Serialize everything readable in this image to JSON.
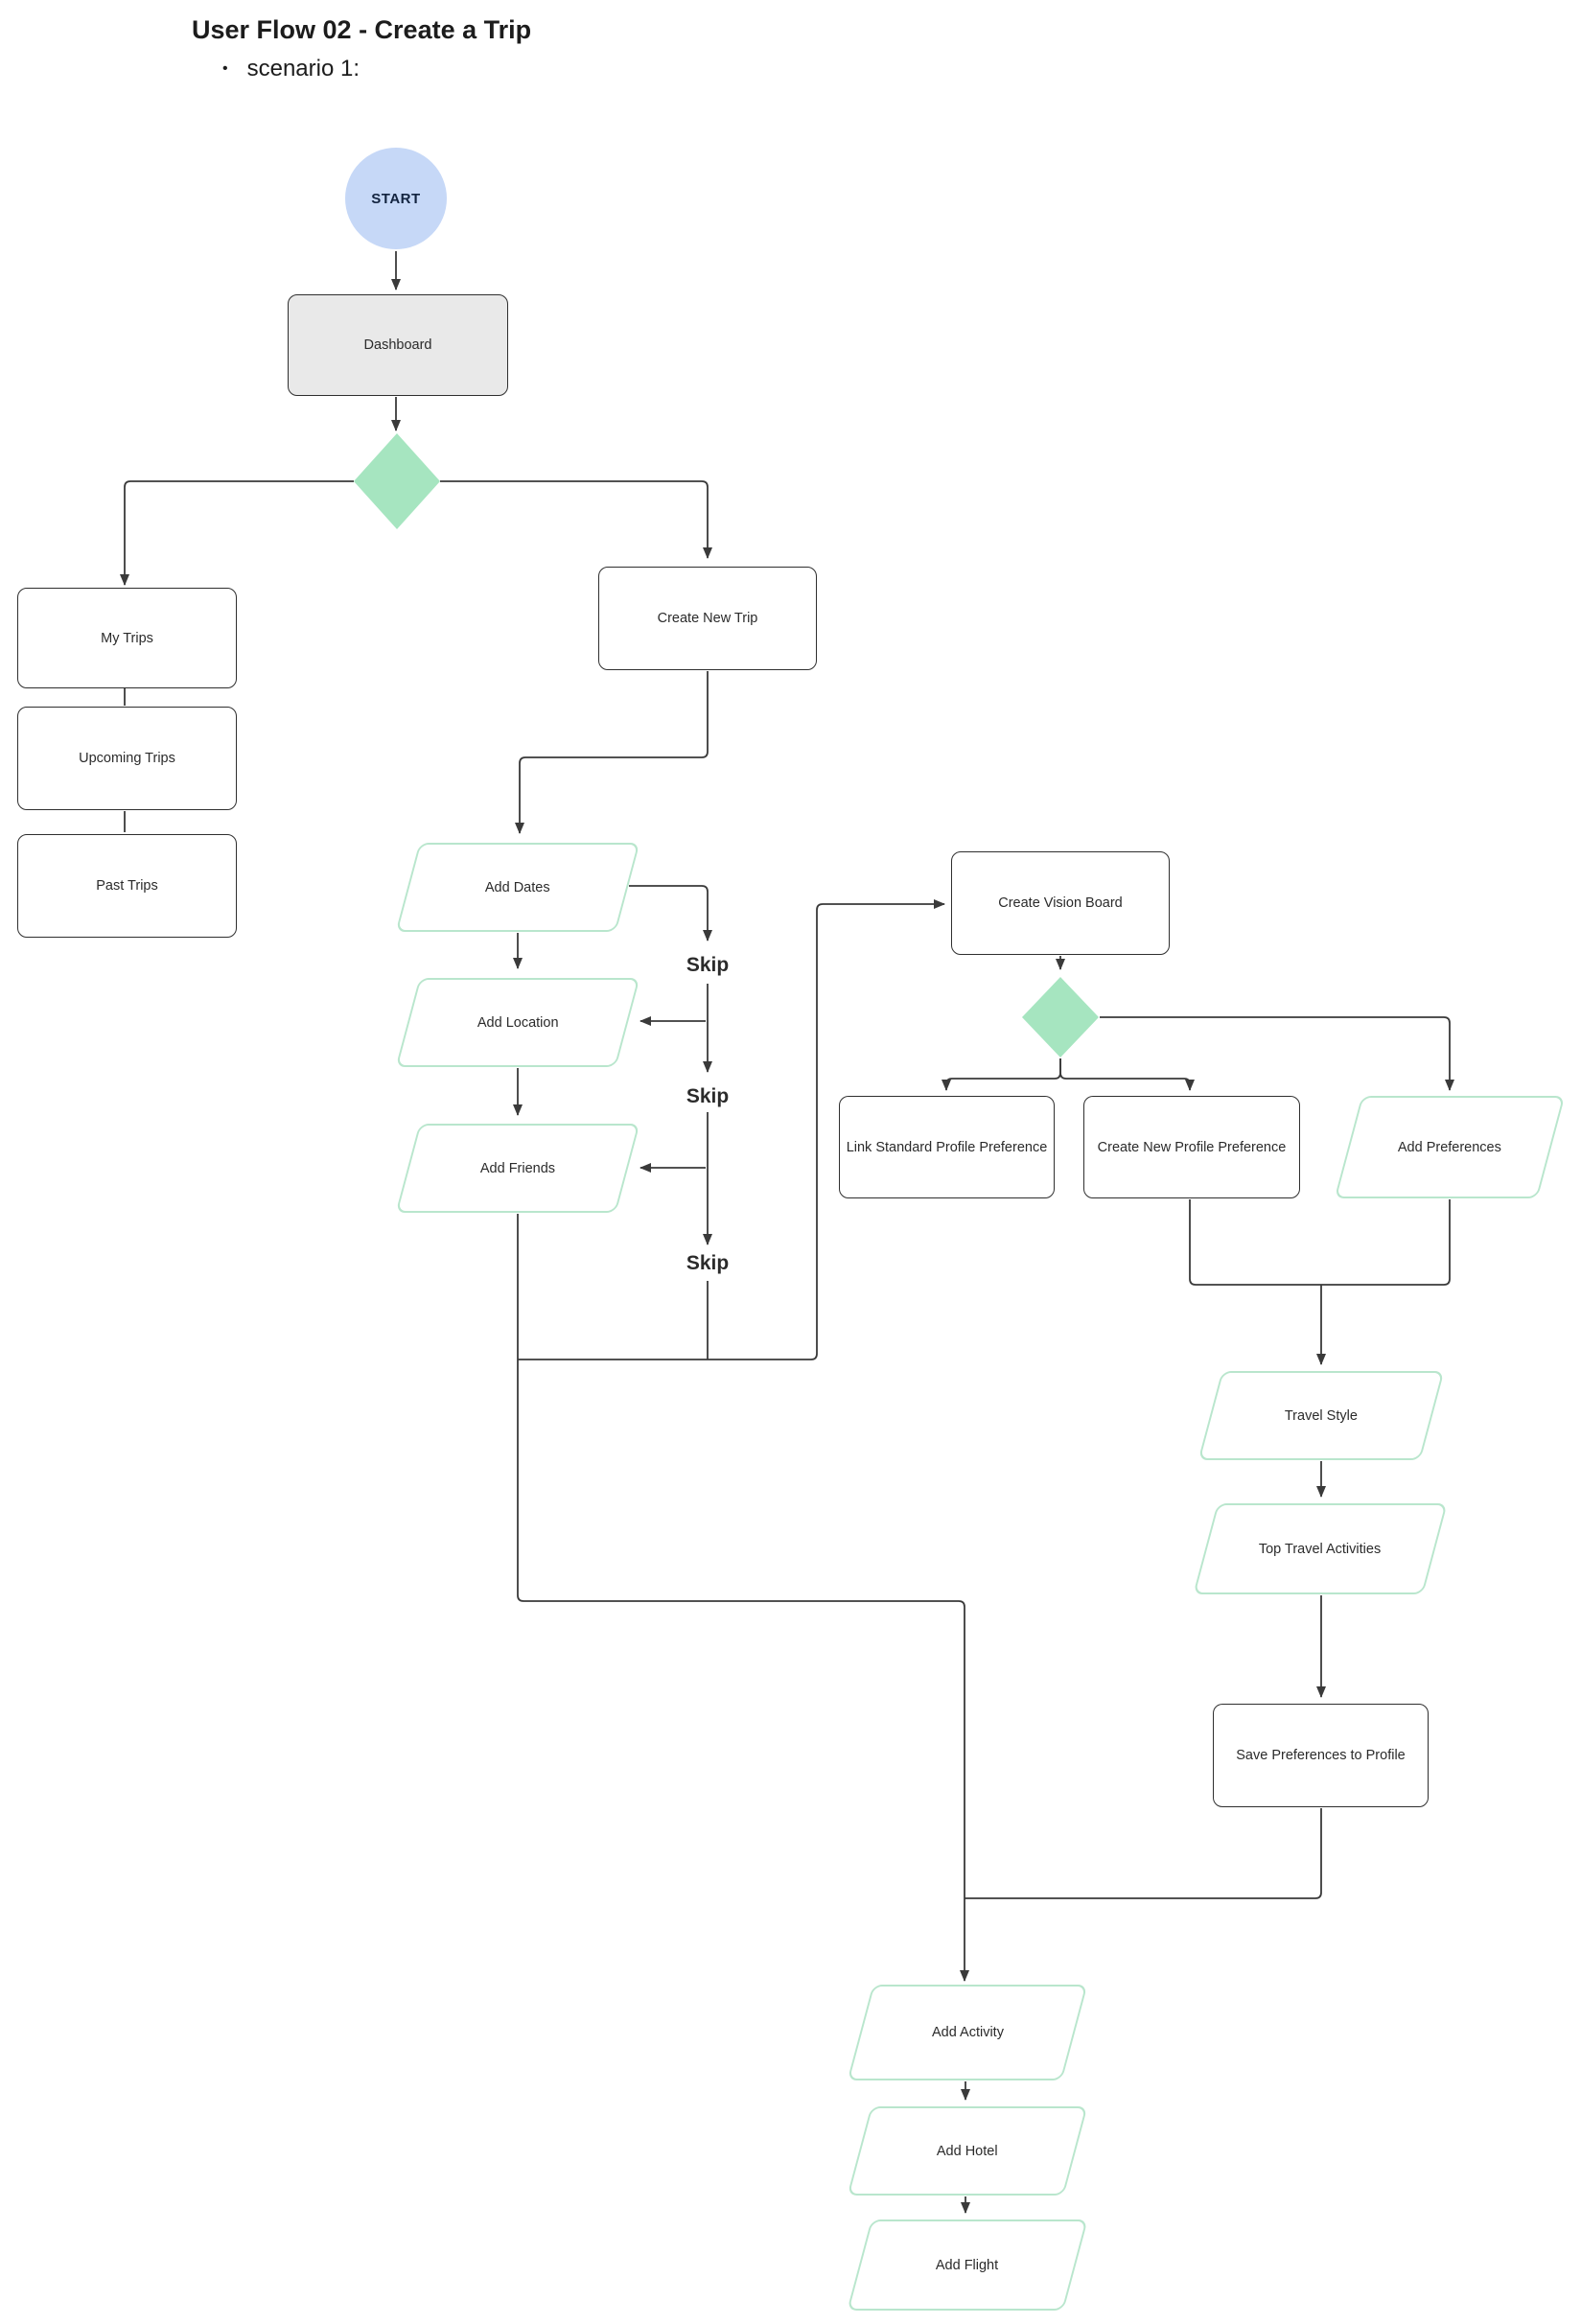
{
  "page": {
    "title": "User Flow 02 - Create a Trip",
    "bullet": "scenario 1:"
  },
  "colors": {
    "start_fill": "#c6d8f7",
    "start_text": "#132440",
    "process_gray_fill": "#e9e9e9",
    "decision_diamond_fill": "#a6e5c0",
    "io_shape_border": "#b9e6cd",
    "rect_border": "#2f2f2f",
    "connector_line": "#3a3a3a",
    "background": "#ffffff"
  },
  "nodes": {
    "start": {
      "label": "START"
    },
    "dashboard": {
      "label": "Dashboard"
    },
    "my_trips": {
      "label": "My Trips"
    },
    "upcoming_trips": {
      "label": "Upcoming Trips"
    },
    "past_trips": {
      "label": "Past Trips"
    },
    "create_new_trip": {
      "label": "Create New Trip"
    },
    "add_dates": {
      "label": "Add Dates"
    },
    "add_location": {
      "label": "Add Location"
    },
    "add_friends": {
      "label": "Add Friends"
    },
    "create_vision_board": {
      "label": "Create Vision Board"
    },
    "link_standard_profile_preference": {
      "label": "Link Standard Profile Preference"
    },
    "create_new_profile_preference": {
      "label": "Create New Profile Preference"
    },
    "add_preferences": {
      "label": "Add Preferences"
    },
    "travel_style": {
      "label": "Travel Style"
    },
    "top_travel_activities": {
      "label": "Top Travel Activities"
    },
    "save_preferences_to_profile": {
      "label": "Save Preferences to Profile"
    },
    "add_activity": {
      "label": "Add Activity"
    },
    "add_hotel": {
      "label": "Add Hotel"
    },
    "add_flight": {
      "label": "Add Flight"
    }
  },
  "edge_labels": {
    "skip1": "Skip",
    "skip2": "Skip",
    "skip3": "Skip"
  }
}
